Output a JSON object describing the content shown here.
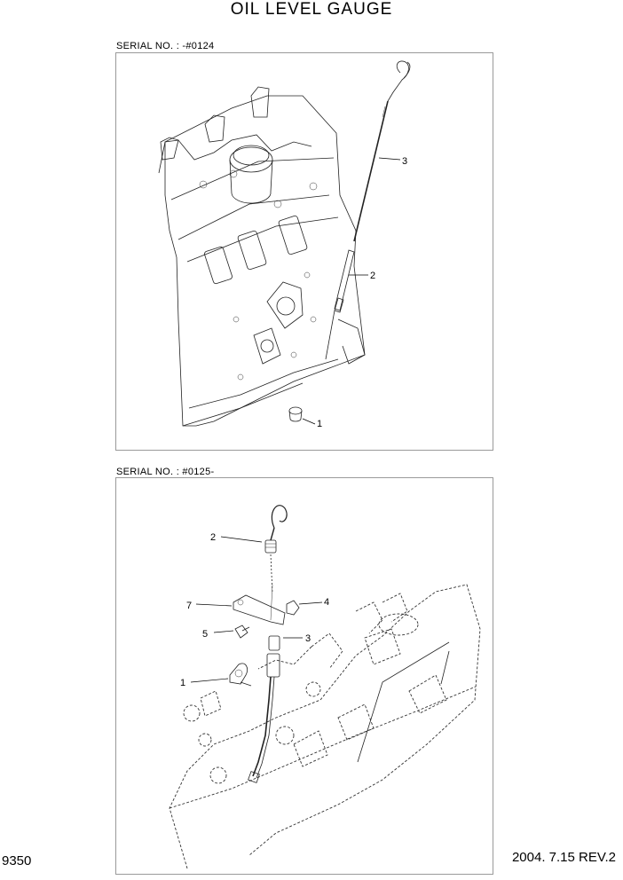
{
  "title": "OIL LEVEL GAUGE",
  "sections": [
    {
      "serial_label": "SERIAL NO. : -#0124",
      "callouts": [
        "3",
        "2",
        "1"
      ]
    },
    {
      "serial_label": "SERIAL NO. : #0125-",
      "callouts": [
        "2",
        "7",
        "4",
        "5",
        "3",
        "1"
      ]
    }
  ],
  "footer": {
    "page_number": "9350",
    "revision": "2004. 7.15  REV.2"
  }
}
